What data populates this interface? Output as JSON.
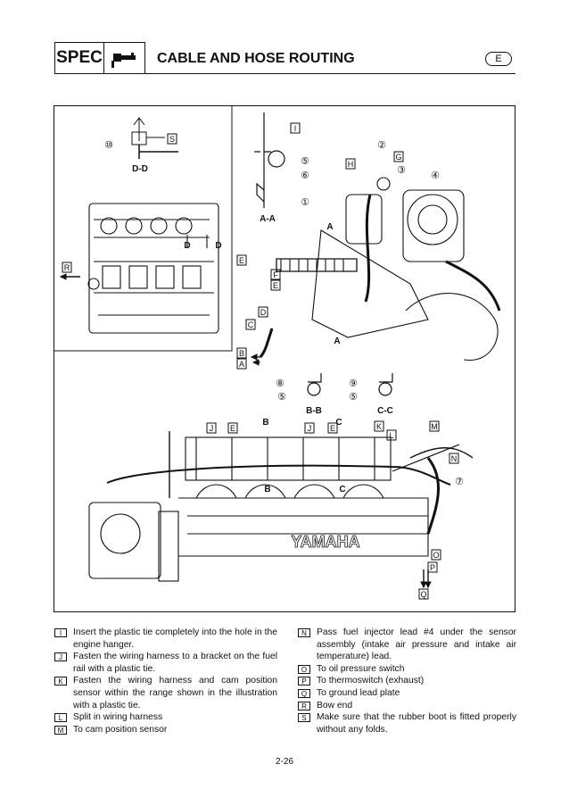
{
  "header": {
    "spec_label": "SPEC",
    "title": "CABLE AND HOSE ROUTING",
    "lang_badge": "E",
    "icon": "wrench-icon"
  },
  "diagram": {
    "views": {
      "dd": "D-D",
      "aa": "A-A",
      "bb": "B-B",
      "cc": "C-C"
    },
    "callouts": [
      "I",
      "S",
      "⑩",
      "⑤",
      "⑥",
      "②",
      "H",
      "③",
      "G",
      "④",
      "①",
      "A",
      "D",
      "R",
      "E",
      "F",
      "C",
      "B",
      "⑧",
      "⑨",
      "J",
      "K",
      "M",
      "L",
      "N",
      "⑦",
      "O",
      "P",
      "Q"
    ],
    "brand_mark": "YAMAHA"
  },
  "notes_left": [
    {
      "key": "I",
      "text": "Insert the plastic tie completely into the hole in the engine hanger."
    },
    {
      "key": "J",
      "text": "Fasten the wiring harness to a bracket on the fuel rail with a plastic tie."
    },
    {
      "key": "K",
      "text": "Fasten the wiring harness and cam position sensor within the range shown in the illustration with a plastic tie."
    },
    {
      "key": "L",
      "text": "Split in wiring harness"
    },
    {
      "key": "M",
      "text": "To cam position sensor"
    }
  ],
  "notes_right": [
    {
      "key": "N",
      "text": "Pass fuel injector lead #4 under the sensor assembly (intake air pressure and intake air temperature) lead."
    },
    {
      "key": "O",
      "text": "To oil pressure switch"
    },
    {
      "key": "P",
      "text": "To thermoswitch (exhaust)"
    },
    {
      "key": "Q",
      "text": "To ground lead plate"
    },
    {
      "key": "R",
      "text": "Bow end"
    },
    {
      "key": "S",
      "text": "Make sure that the rubber boot is fitted properly without any folds."
    }
  ],
  "page_number": "2-26"
}
